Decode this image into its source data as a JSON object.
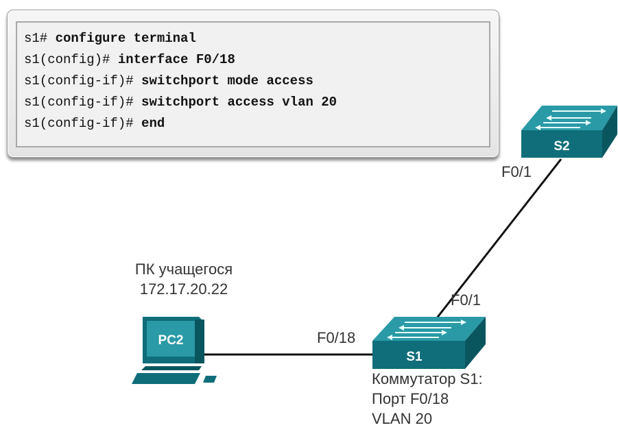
{
  "cli": {
    "lines": [
      {
        "prompt": "s1#",
        "command": " configure terminal"
      },
      {
        "prompt": "s1(config)#",
        "command": " interface F0/18"
      },
      {
        "prompt": "s1(config-if)#",
        "command": " switchport mode access"
      },
      {
        "prompt": "s1(config-if)#",
        "command": " switchport access vlan 20"
      },
      {
        "prompt": "s1(config-if)#",
        "command": " end"
      }
    ]
  },
  "devices": {
    "s2": {
      "label": "S2"
    },
    "s1": {
      "label": "S1"
    },
    "pc": {
      "label": "PC2"
    }
  },
  "ports": {
    "s2_f01": "F0/1",
    "s1_f01": "F0/1",
    "s1_f018": "F0/18"
  },
  "pc_info": {
    "name": "ПК учащегося",
    "ip": "172.17.20.22"
  },
  "switch_info": {
    "line1": "Коммутатор S1:",
    "line2": "Порт F0/18",
    "line3": "VLAN 20"
  },
  "colors": {
    "device_top": "#1c8a96",
    "device_front": "#0f6e79",
    "device_side": "#0b5963",
    "link": "#111111"
  }
}
